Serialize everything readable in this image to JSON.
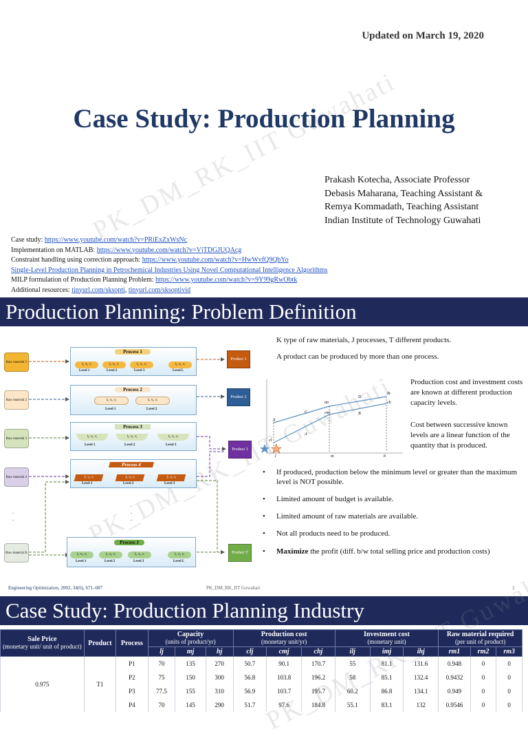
{
  "slide1": {
    "updated": "Updated on March 19, 2020",
    "title": "Case Study: Production Planning",
    "watermark": "PK_DM_RK_IIT Guwahati",
    "authors": [
      "Prakash Kotecha, Associate Professor",
      "Debasis Maharana, Teaching Assistant &",
      "Remya Kommadath, Teaching Assistant",
      "Indian Institute of Technology Guwahati"
    ],
    "links": [
      {
        "label": "Case study: ",
        "url": "https://www.youtube.com/watch?v=PRiExZxWsNc"
      },
      {
        "label": "Implementation on MATLAB: ",
        "url": "https://www.youtube.com/watch?v=VjTDGJUQAcg"
      },
      {
        "label": "Constraint handling using correction approach: ",
        "url": "https://www.youtube.com/watch?v=HwWvfQ9QbYo"
      },
      {
        "label": "",
        "url": "Single-Level Production Planning in Petrochemical Industries Using Novel Computational Intelligence Algorithms"
      },
      {
        "label": "MILP formulation of Production Planning Problem: ",
        "url": "https://www.youtube.com/watch?v=9Y99gRwObtk"
      },
      {
        "label": "Additional resources: ",
        "url": "tinyurl.com/sksopti",
        "url2": "tinyurl.com/sksoptivid"
      }
    ]
  },
  "slide2": {
    "heading": "Production Planning: Problem Definition",
    "intro1": "K type of raw materials, J processes, T different products.",
    "intro2": "A product can be produced by more than one process.",
    "side1": "Production cost and investment costs are known at different production capacity levels.",
    "side2": "Cost between successive known levels are a linear function of the quantity that is produced.",
    "bullets": [
      "If produced, production below the minimum level or greater than the maximum level is NOT possible.",
      "Limited amount of budget is available.",
      "Limited amount of raw materials are available.",
      "Not all products need to be produced."
    ],
    "last_bullet_bold": "Maximize",
    "last_bullet_rest": " the profit (diff. b/w total selling price and production costs)",
    "footer_left": "Engineering Optimization, 2002, 34(6), 671–687",
    "footer_center": "PK_DM_RK_IIT Guwahati",
    "footer_page": "2",
    "diagram": {
      "raw_materials": [
        "Raw material 1",
        "Raw material 2",
        "Raw material 3",
        "Raw material 4",
        "Raw material K"
      ],
      "processes": [
        "Process 1",
        "Process 2",
        "Process 3",
        "Process 4",
        "Process J"
      ],
      "products": [
        "Product 1",
        "Product 2",
        "Product 3",
        "Product T"
      ],
      "levels": [
        "Level 1",
        "Level 2",
        "Level 3",
        "Level L"
      ],
      "level_fields": "lⱼ, vⱼ, cⱼ",
      "colors": {
        "raw1": "#f2b632",
        "raw2": "#fde6c8",
        "raw3": "#d6e4bd",
        "raw4": "#d9cfe7",
        "raw5": "#e6ebe1",
        "p1": "#c55a11",
        "p2": "#2e5e96",
        "p3": "#7030a0",
        "pT": "#70ad47"
      }
    },
    "graph_labels": {
      "ll": "ll",
      "cl": "cl",
      "im": "im",
      "cm": "cm",
      "ih": "ih",
      "ch": "ch",
      "A": "A",
      "B": "B",
      "C": "C",
      "D": "D",
      "l": "l",
      "m": "m",
      "h": "h"
    }
  },
  "slide3": {
    "heading": "Case Study: Production Planning Industry",
    "headers": {
      "sale_price": "Sale Price",
      "sale_price_sub": "(monetary unit/ unit of product)",
      "product": "Product",
      "process": "Process",
      "capacity": "Capacity",
      "capacity_sub": "(units of product/yr)",
      "prod_cost": "Production cost",
      "prod_cost_sub": "(monetary unit/yr)",
      "inv_cost": "Investment cost",
      "inv_cost_sub": "(monetary unit)",
      "raw_req": "Raw material required",
      "raw_req_sub": "(per unit of product)",
      "sub_cols": [
        "lj",
        "mj",
        "hj",
        "clj",
        "cmj",
        "chj",
        "ilj",
        "imj",
        "ihj",
        "rm1",
        "rm2",
        "rm3"
      ]
    },
    "group": {
      "sale_price": "0.975",
      "product": "T1"
    },
    "rows": [
      {
        "process": "P1",
        "v": [
          "70",
          "135",
          "270",
          "50.7",
          "90.1",
          "170.7",
          "55",
          "81.1",
          "131.6",
          "0.948",
          "0",
          "0"
        ]
      },
      {
        "process": "P2",
        "v": [
          "75",
          "150",
          "300",
          "56.8",
          "103.8",
          "196.2",
          "58",
          "85.1",
          "132.4",
          "0.9432",
          "0",
          "0"
        ]
      },
      {
        "process": "P3",
        "v": [
          "77.5",
          "155",
          "310",
          "56.9",
          "103.7",
          "195.7",
          "60.2",
          "86.8",
          "134.1",
          "0.949",
          "0",
          "0"
        ]
      },
      {
        "process": "P4",
        "v": [
          "70",
          "145",
          "290",
          "51.7",
          "97.6",
          "184.8",
          "55.1",
          "83.1",
          "132",
          "0.9546",
          "0",
          "0"
        ]
      }
    ]
  }
}
